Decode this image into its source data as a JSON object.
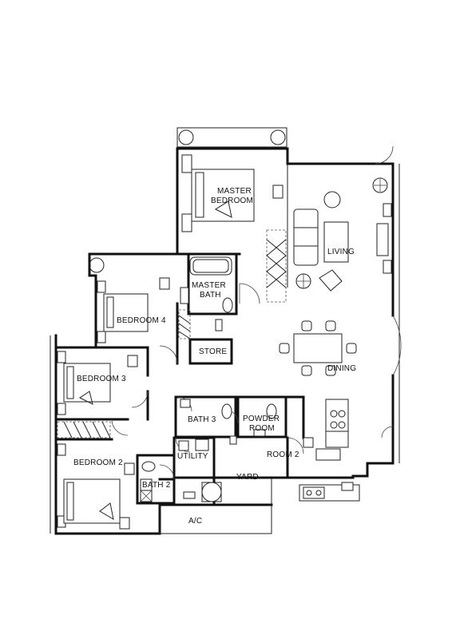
{
  "rooms": {
    "master_bedroom_line1": "MASTER",
    "master_bedroom_line2": "BEDROOM",
    "master_bath_line1": "MASTER",
    "master_bath_line2": "BATH",
    "living": "LIVING",
    "dining": "DINING",
    "bedroom_4": "BEDROOM  4",
    "store": "STORE",
    "bedroom_3": "BEDROOM  3",
    "bath_3": "BATH  3",
    "powder_room_line1": "POWDER",
    "powder_room_line2": "ROOM",
    "room_2": "ROOM  2",
    "utility": "UTILITY",
    "yard": "YARD",
    "bedroom_2": "BEDROOM  2",
    "bath_2": "BATH  2",
    "ac": "A/C"
  },
  "colors": {
    "line": "#111111",
    "background": "#ffffff"
  }
}
